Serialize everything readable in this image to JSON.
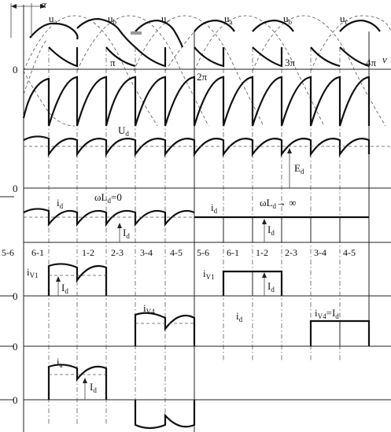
{
  "panel1": {
    "phases": [
      "u",
      "u",
      "u",
      "u",
      "u",
      "u"
    ],
    "phase_subs": [
      "a",
      "b",
      "c",
      "a",
      "b",
      "c"
    ],
    "zero": "0",
    "angle_alpha": "α",
    "ticks": [
      {
        "main": "π",
        "sub": ""
      },
      {
        "main": "2π",
        "sub": ""
      },
      {
        "main": "3π",
        "sub": ""
      },
      {
        "main": "4π",
        "sub": ""
      }
    ],
    "axis_var": "ν"
  },
  "panel2": {
    "ud": "U",
    "ud_sub": "d",
    "ed": "E",
    "ed_sub": "d",
    "zero": "0"
  },
  "panel3": {
    "id_left": "i",
    "id_left_sub": "d",
    "wl_left": "ωL",
    "wl_left_sub": "d",
    "wl_left_rest": "=0",
    "Id_left": "I",
    "Id_left_sub": "d",
    "id_right": "i",
    "id_right_sub": "d",
    "wl_right": "ωL",
    "wl_right_sub": "d",
    "wl_right_rest": "→ ∞",
    "Id_right": "I",
    "Id_right_sub": "d"
  },
  "segments": [
    "5-6",
    "6-1",
    "1-2",
    "2-3",
    "3-4",
    "4-5",
    "5-6",
    "6-1",
    "1-2",
    "2-3",
    "3-4",
    "4-5"
  ],
  "panel4": {
    "iv1_left": "i",
    "iv1_left_sub": "V1",
    "Id_left": "I",
    "Id_left_sub": "d",
    "iv1_right": "i",
    "iv1_right_sub": "V1",
    "Id_right": "I",
    "Id_right_sub": "d",
    "zero": "0"
  },
  "panel5": {
    "iv4_left": "i",
    "iv4_left_sub": "V4",
    "id_mid": "i",
    "id_mid_sub": "d",
    "iv4_right": "i",
    "iv4_right_sub": "V4",
    "iv4_right_rest": "=I",
    "iv4_right_rest_sub": "d",
    "zero": "0"
  },
  "panel6": {
    "ia": "i",
    "ia_sub": "a",
    "Id": "I",
    "Id_sub": "d",
    "zero": "0"
  }
}
